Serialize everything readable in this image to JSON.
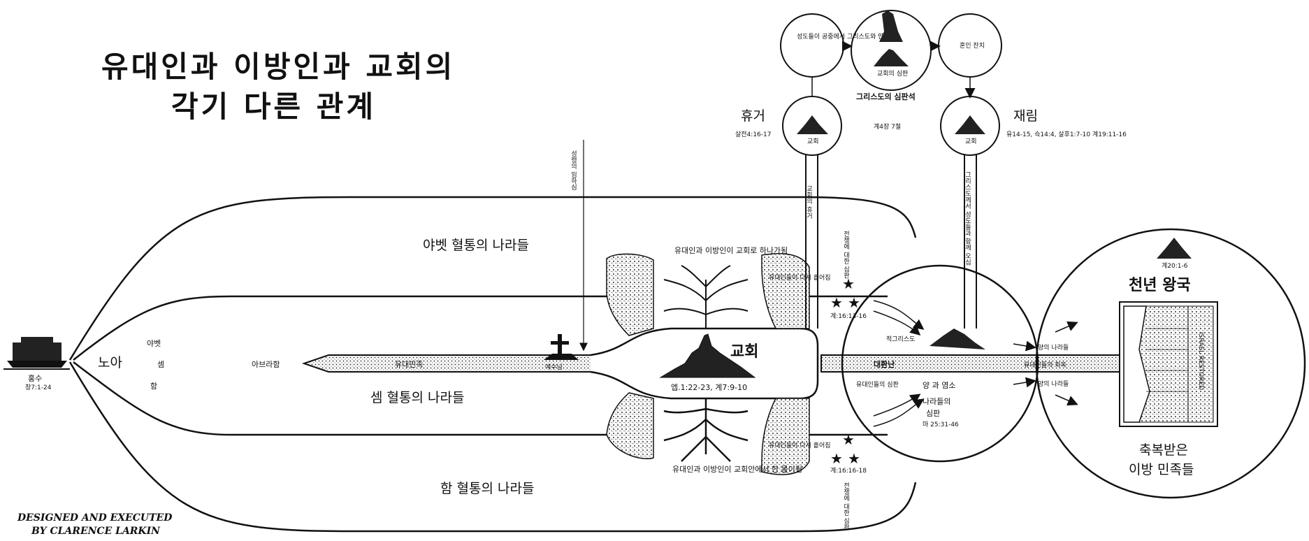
{
  "title": {
    "line1": "유대인과 이방인과 교회의",
    "line2": "각기 다른 관계"
  },
  "signature": {
    "line1": "DESIGNED AND EXECUTED",
    "line2": "BY CLARENCE LARKIN"
  },
  "flood": {
    "name": "홍수",
    "ref": "창7:1-24"
  },
  "noah": "노아",
  "sons": {
    "japheth": "야벳",
    "shem": "셈",
    "ham": "함"
  },
  "nations": {
    "japheth": "야벳 혈통의 나라들",
    "shem": "셈 혈통의 나라들",
    "ham": "함 혈통의 나라들"
  },
  "abraham": "아브라함",
  "jews_label": "유대민족",
  "cross_label": "예수님",
  "pentecost": "성령의 임하심",
  "church": {
    "label": "교회",
    "ref": "엡.1:22-23, 계7:9-10"
  },
  "union_top": "유대인과 이방인이 교회로 하나가됨",
  "union_bottom": "유대인과 이방인이 교회안에서 한 몸이됨",
  "scatter_top": "유대인들이 다시 흩어짐",
  "scatter_bottom": "유대인들이 다시 흩어짐",
  "rapture": {
    "label": "휴거",
    "ref": "살전4:16-17",
    "small": "교회"
  },
  "rapture_path": "교회의 휴거",
  "judgment": {
    "top": "그리스도의 심판석",
    "ref": "계4장 7절",
    "small1": "성도들이 공중에서 그리스도와 만남",
    "small2": "교회의 심판",
    "small3": "혼인 잔치"
  },
  "revelation": {
    "label": "재림",
    "ref": "유14-15, 슥14:4, 살후1:7-10 계19:11-16",
    "small": "교회"
  },
  "revelation_path": "그리스도께서 성도들과 함께 오심",
  "side_top": "전쟁에 대한 심판",
  "side_bottom": "전쟁에 대한 심판",
  "stars_ref_top": "계:16:13-16",
  "stars_ref_bottom": "계:16:16-18",
  "antichrist": "적그리스도",
  "tribulation": "대환난",
  "jews_remnant": "유대인들의 심판",
  "sheep_goat": {
    "l1": "양 과 염소",
    "l2": "나라들의",
    "l3": "심판",
    "ref": "마 25:31-46"
  },
  "sheep_ref": "마25:31-46",
  "regather": "유대인들의 회복",
  "sheep_nations": "양의 나라들",
  "goat_nations": "양의 나라들",
  "millennium": {
    "title": "천년 왕국",
    "ref": "계20:1-6",
    "footer1": "축복받은",
    "footer2": "이방 민족들",
    "map_side": "ISRAEL RESTORED"
  },
  "chart_data": {
    "type": "diagram",
    "nodes": [
      "노아",
      "셈",
      "함",
      "야벳",
      "아브라함",
      "교회",
      "휴거",
      "재림",
      "대환난",
      "천년 왕국"
    ]
  }
}
